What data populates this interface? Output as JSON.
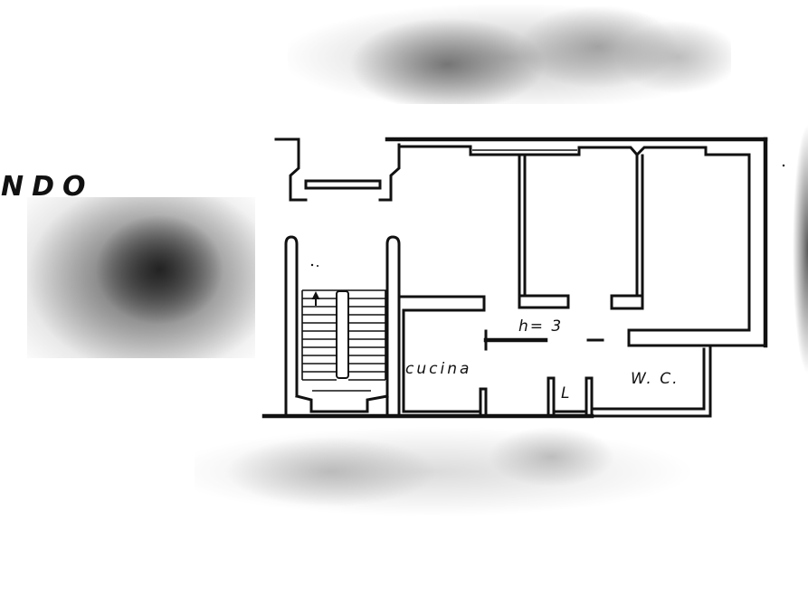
{
  "plan": {
    "side_label": "NDO",
    "ceiling_height": "h= 3",
    "kitchen_label": "cucina",
    "closet_label": "L",
    "wc_label": "W. C."
  },
  "colors": {
    "ink": "#111111",
    "paper": "#ffffff",
    "redaction_dark": "#222222",
    "redaction_light": "#bdbdbd"
  }
}
